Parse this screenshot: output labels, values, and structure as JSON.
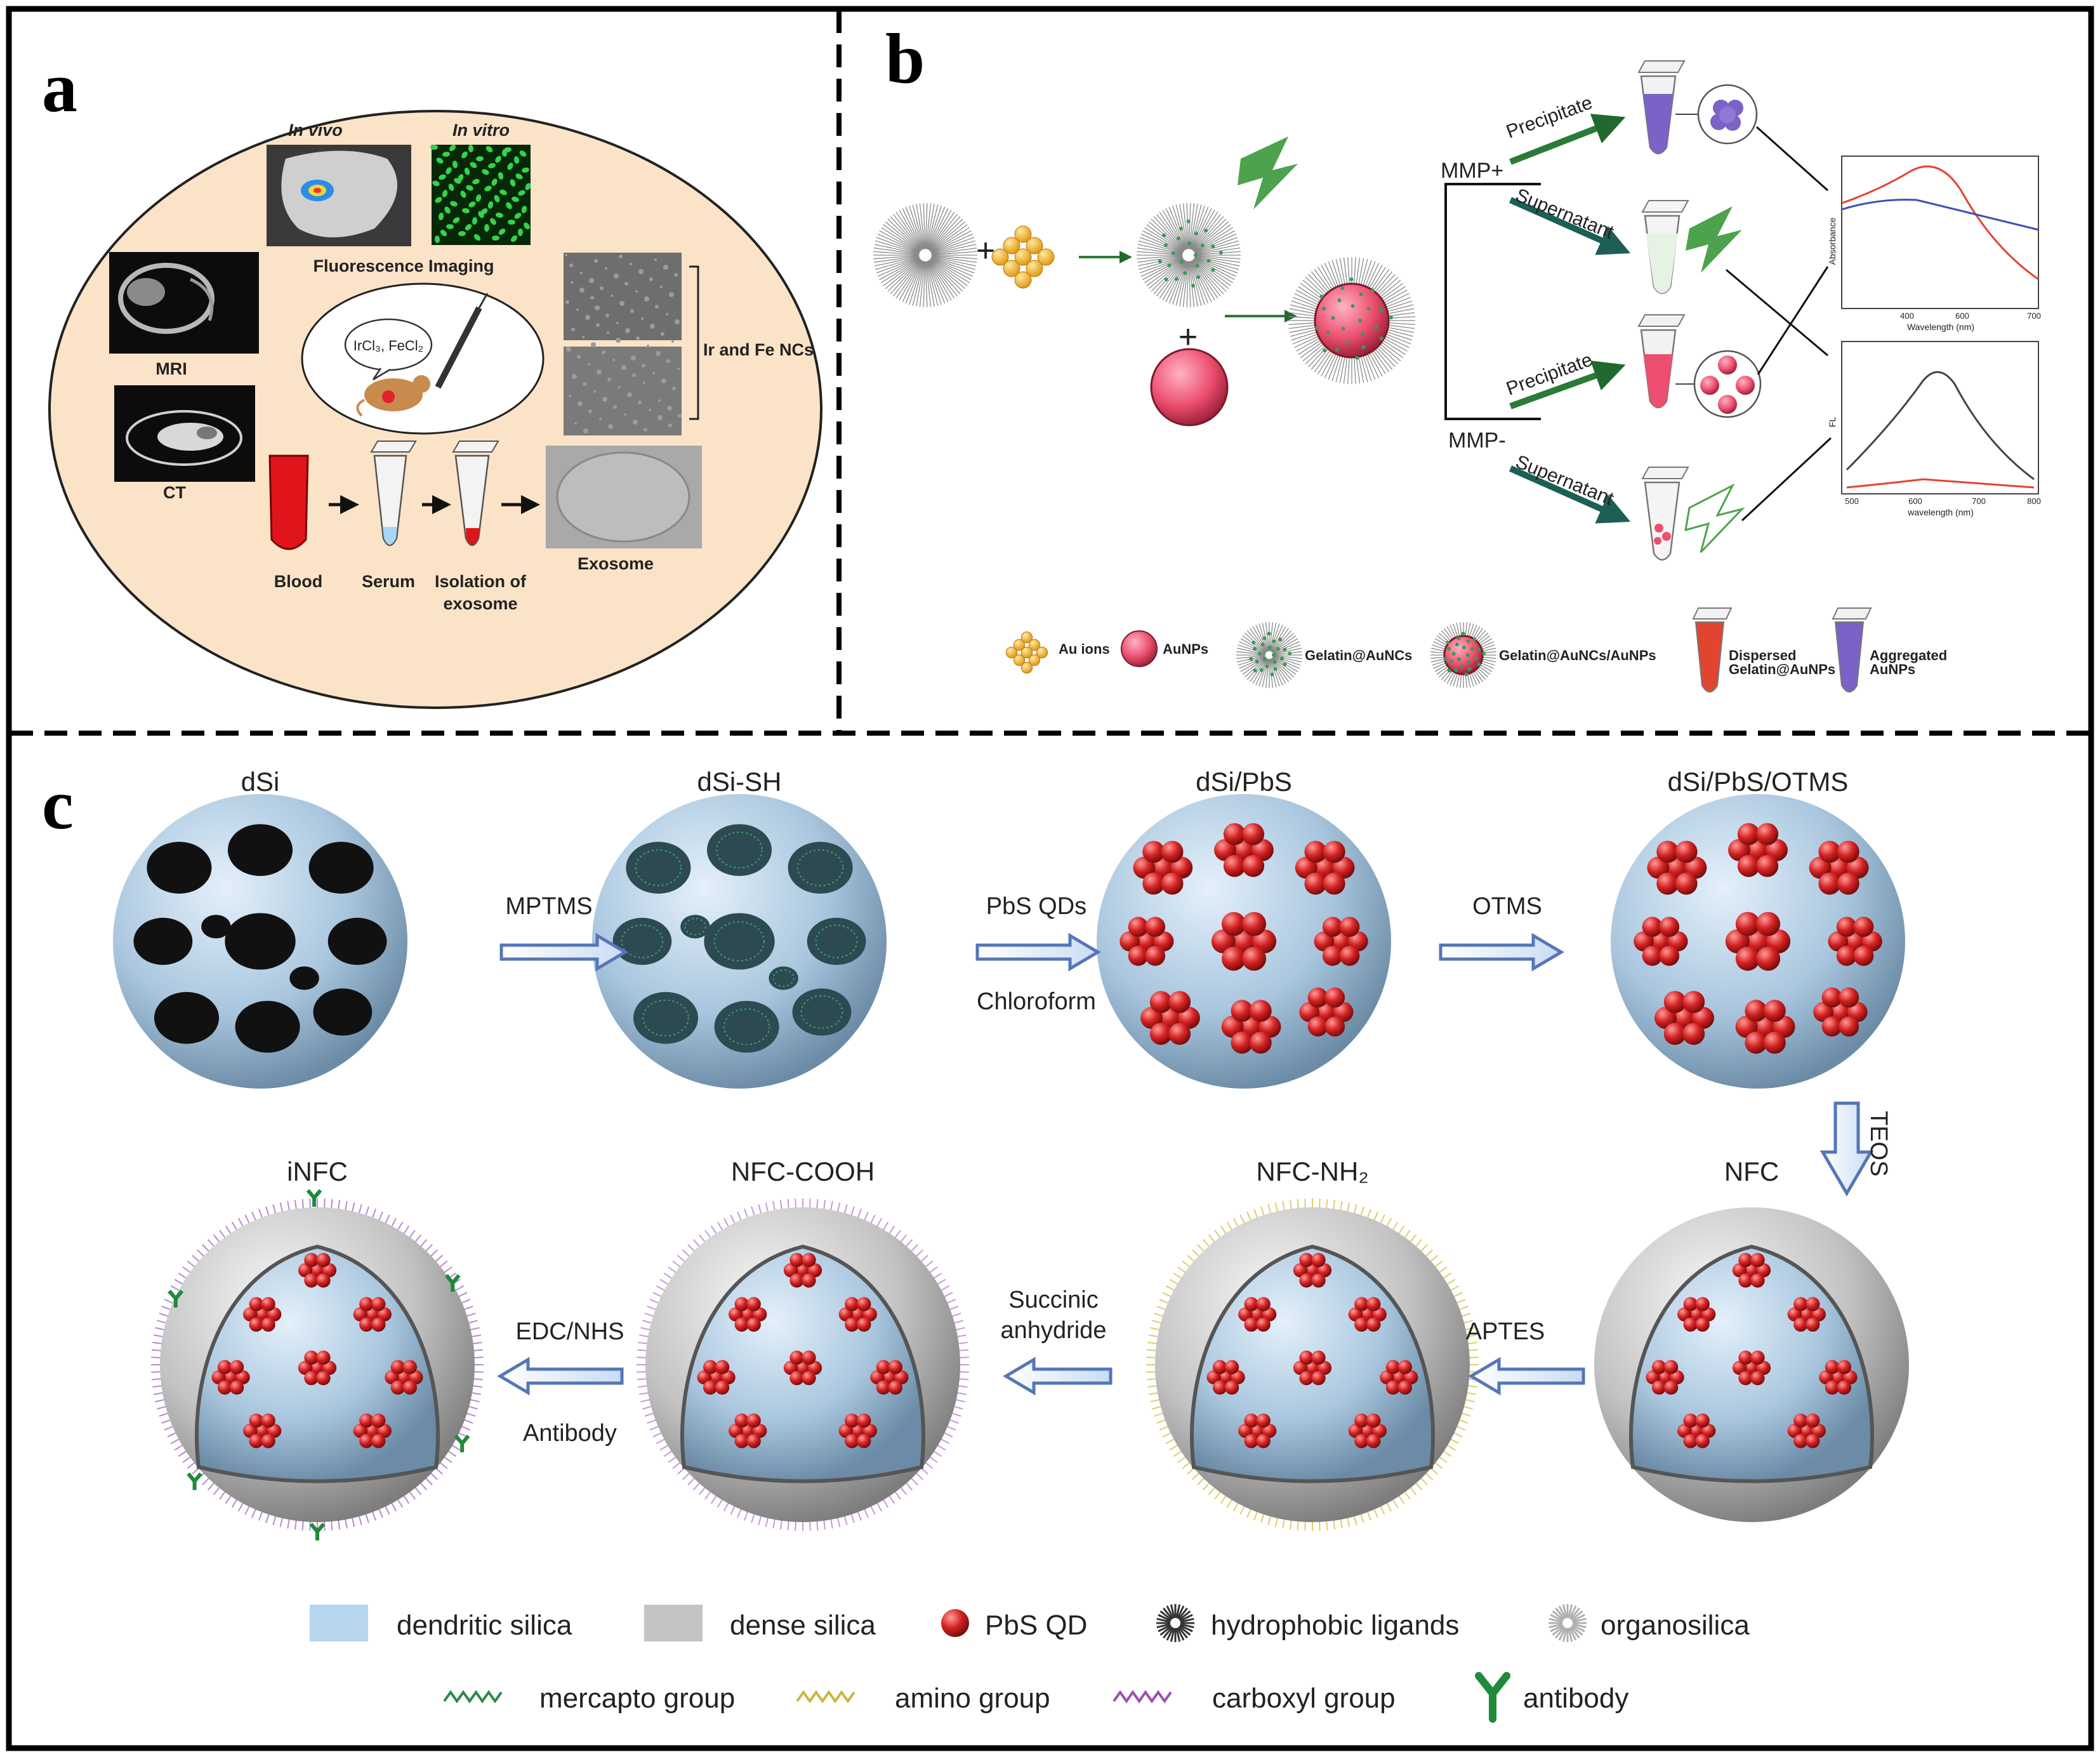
{
  "panels": {
    "a": {
      "label": "a",
      "in_vivo": "In vivo",
      "in_vitro": "In vitro",
      "fluorescence": "Fluorescence Imaging",
      "mri": "MRI",
      "ct": "CT",
      "reagents": "IrCl₃, FeCl₂",
      "nanoclusters": "Ir and Fe NCs",
      "steps": [
        "Blood",
        "Serum",
        "Isolation of exosome",
        "Exosome"
      ],
      "isolation_line1": "Isolation of",
      "isolation_line2": "exosome"
    },
    "b": {
      "label": "b",
      "mmp_plus": "MMP+",
      "mmp_minus": "MMP-",
      "precipitate": "Precipitate",
      "supernatant": "Supernatant",
      "absorbance_axis": "Absorbance",
      "wavelength_axis1": "Wavelength (nm)",
      "wavelength_axis2": "wavelength (nm)",
      "fl_axis": "FL",
      "ticks1": [
        "400",
        "600",
        "700"
      ],
      "ticks2": [
        "500",
        "600",
        "700",
        "800"
      ],
      "legend": {
        "au_ions": "Au ions",
        "aunps": "AuNPs",
        "gelatin_auncs": "Gelatin@AuNCs",
        "gelatin_auncs_aunps": "Gelatin@AuNCs/AuNPs",
        "dispersed1": "Dispersed",
        "dispersed2": "Gelatin@AuNPs",
        "aggregated1": "Aggregated",
        "aggregated2": "AuNPs"
      }
    },
    "c": {
      "label": "c",
      "top_row": [
        "dSi",
        "dSi-SH",
        "dSi/PbS",
        "dSi/PbS/OTMS"
      ],
      "bottom_row": [
        "iNFC",
        "NFC-COOH",
        "NFC-NH₂",
        "NFC"
      ],
      "arrow_mptms": "MPTMS",
      "arrow_pbs": "PbS QDs",
      "arrow_chloroform": "Chloroform",
      "arrow_otms": "OTMS",
      "arrow_teos": "TEOS",
      "arrow_aptes": "APTES",
      "arrow_succinic1": "Succinic",
      "arrow_succinic2": "anhydride",
      "arrow_edc": "EDC/NHS",
      "arrow_antibody": "Antibody",
      "legend": {
        "dendritic": "dendritic silica",
        "dense": "dense silica",
        "pbs_qd": "PbS QD",
        "hydrophobic": "hydrophobic ligands",
        "organosilica": "organosilica",
        "mercapto": "mercapto group",
        "amino": "amino group",
        "carboxyl": "carboxyl group",
        "antibody": "antibody"
      }
    }
  },
  "colors": {
    "silica_blue": "#b6cfe4",
    "qd_red": "#d42222",
    "dense_grey": "#bdbdbd",
    "oval_fill": "#fbe3c7",
    "arrow_green": "#2b7a37",
    "mmp_red": "#e0534a",
    "spectrum_red": "#e2452f",
    "spectrum_blue": "#3f4fb7"
  }
}
